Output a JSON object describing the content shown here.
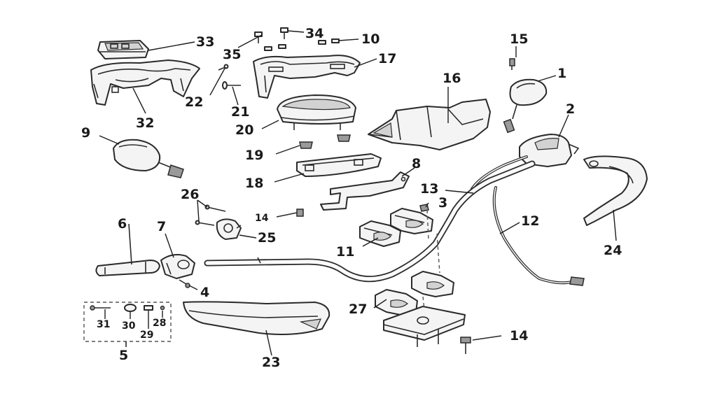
{
  "labels": {
    "p1": "1",
    "p2": "2",
    "p3": "3",
    "p4": "4",
    "p5": "5",
    "p6": "6",
    "p7": "7",
    "p8": "8",
    "p9": "9",
    "p10": "10",
    "p11": "11",
    "p12": "12",
    "p13": "13",
    "p14a": "14",
    "p14b": "14",
    "p15": "15",
    "p16": "16",
    "p17": "17",
    "p18": "18",
    "p19": "19",
    "p20": "20",
    "p21": "21",
    "p22": "22",
    "p23": "23",
    "p24": "24",
    "p25": "25",
    "p26": "26",
    "p27": "27",
    "p28": "28",
    "p29": "29",
    "p30": "30",
    "p31": "31",
    "p32": "32",
    "p33": "33",
    "p34": "34",
    "p35": "35"
  },
  "colors": {
    "line": "#2a2a2a",
    "fill": "#f4f4f4",
    "shade": "#d2d2d2"
  }
}
